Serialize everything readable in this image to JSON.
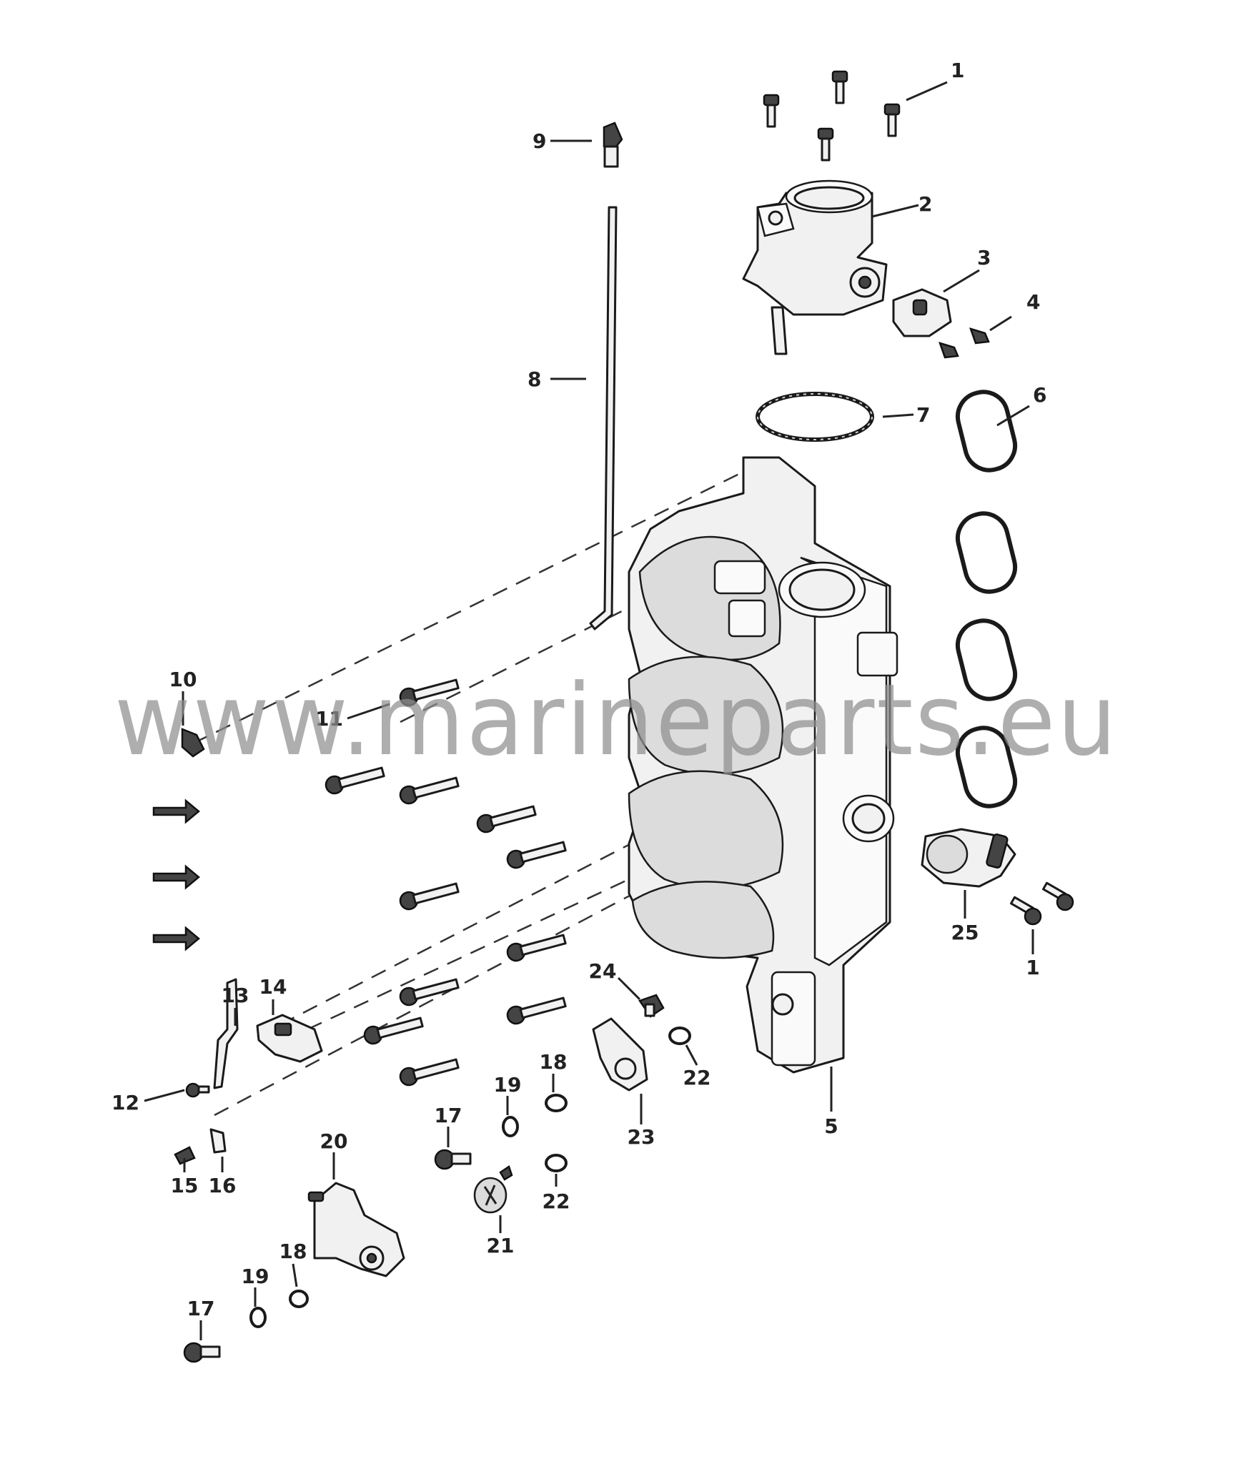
{
  "watermark": "www.marineparts.eu",
  "callouts": {
    "c1a": "1",
    "c1b": "1",
    "c2": "2",
    "c3": "3",
    "c4": "4",
    "c5": "5",
    "c6": "6",
    "c7": "7",
    "c8": "8",
    "c9": "9",
    "c10": "10",
    "c11": "11",
    "c12": "12",
    "c13": "13",
    "c14": "14",
    "c15": "15",
    "c16": "16",
    "c17a": "17",
    "c17b": "17",
    "c18a": "18",
    "c18b": "18",
    "c19a": "19",
    "c19b": "19",
    "c20": "20",
    "c21": "21",
    "c22a": "22",
    "c22b": "22",
    "c23": "23",
    "c24": "24",
    "c25": "25"
  }
}
